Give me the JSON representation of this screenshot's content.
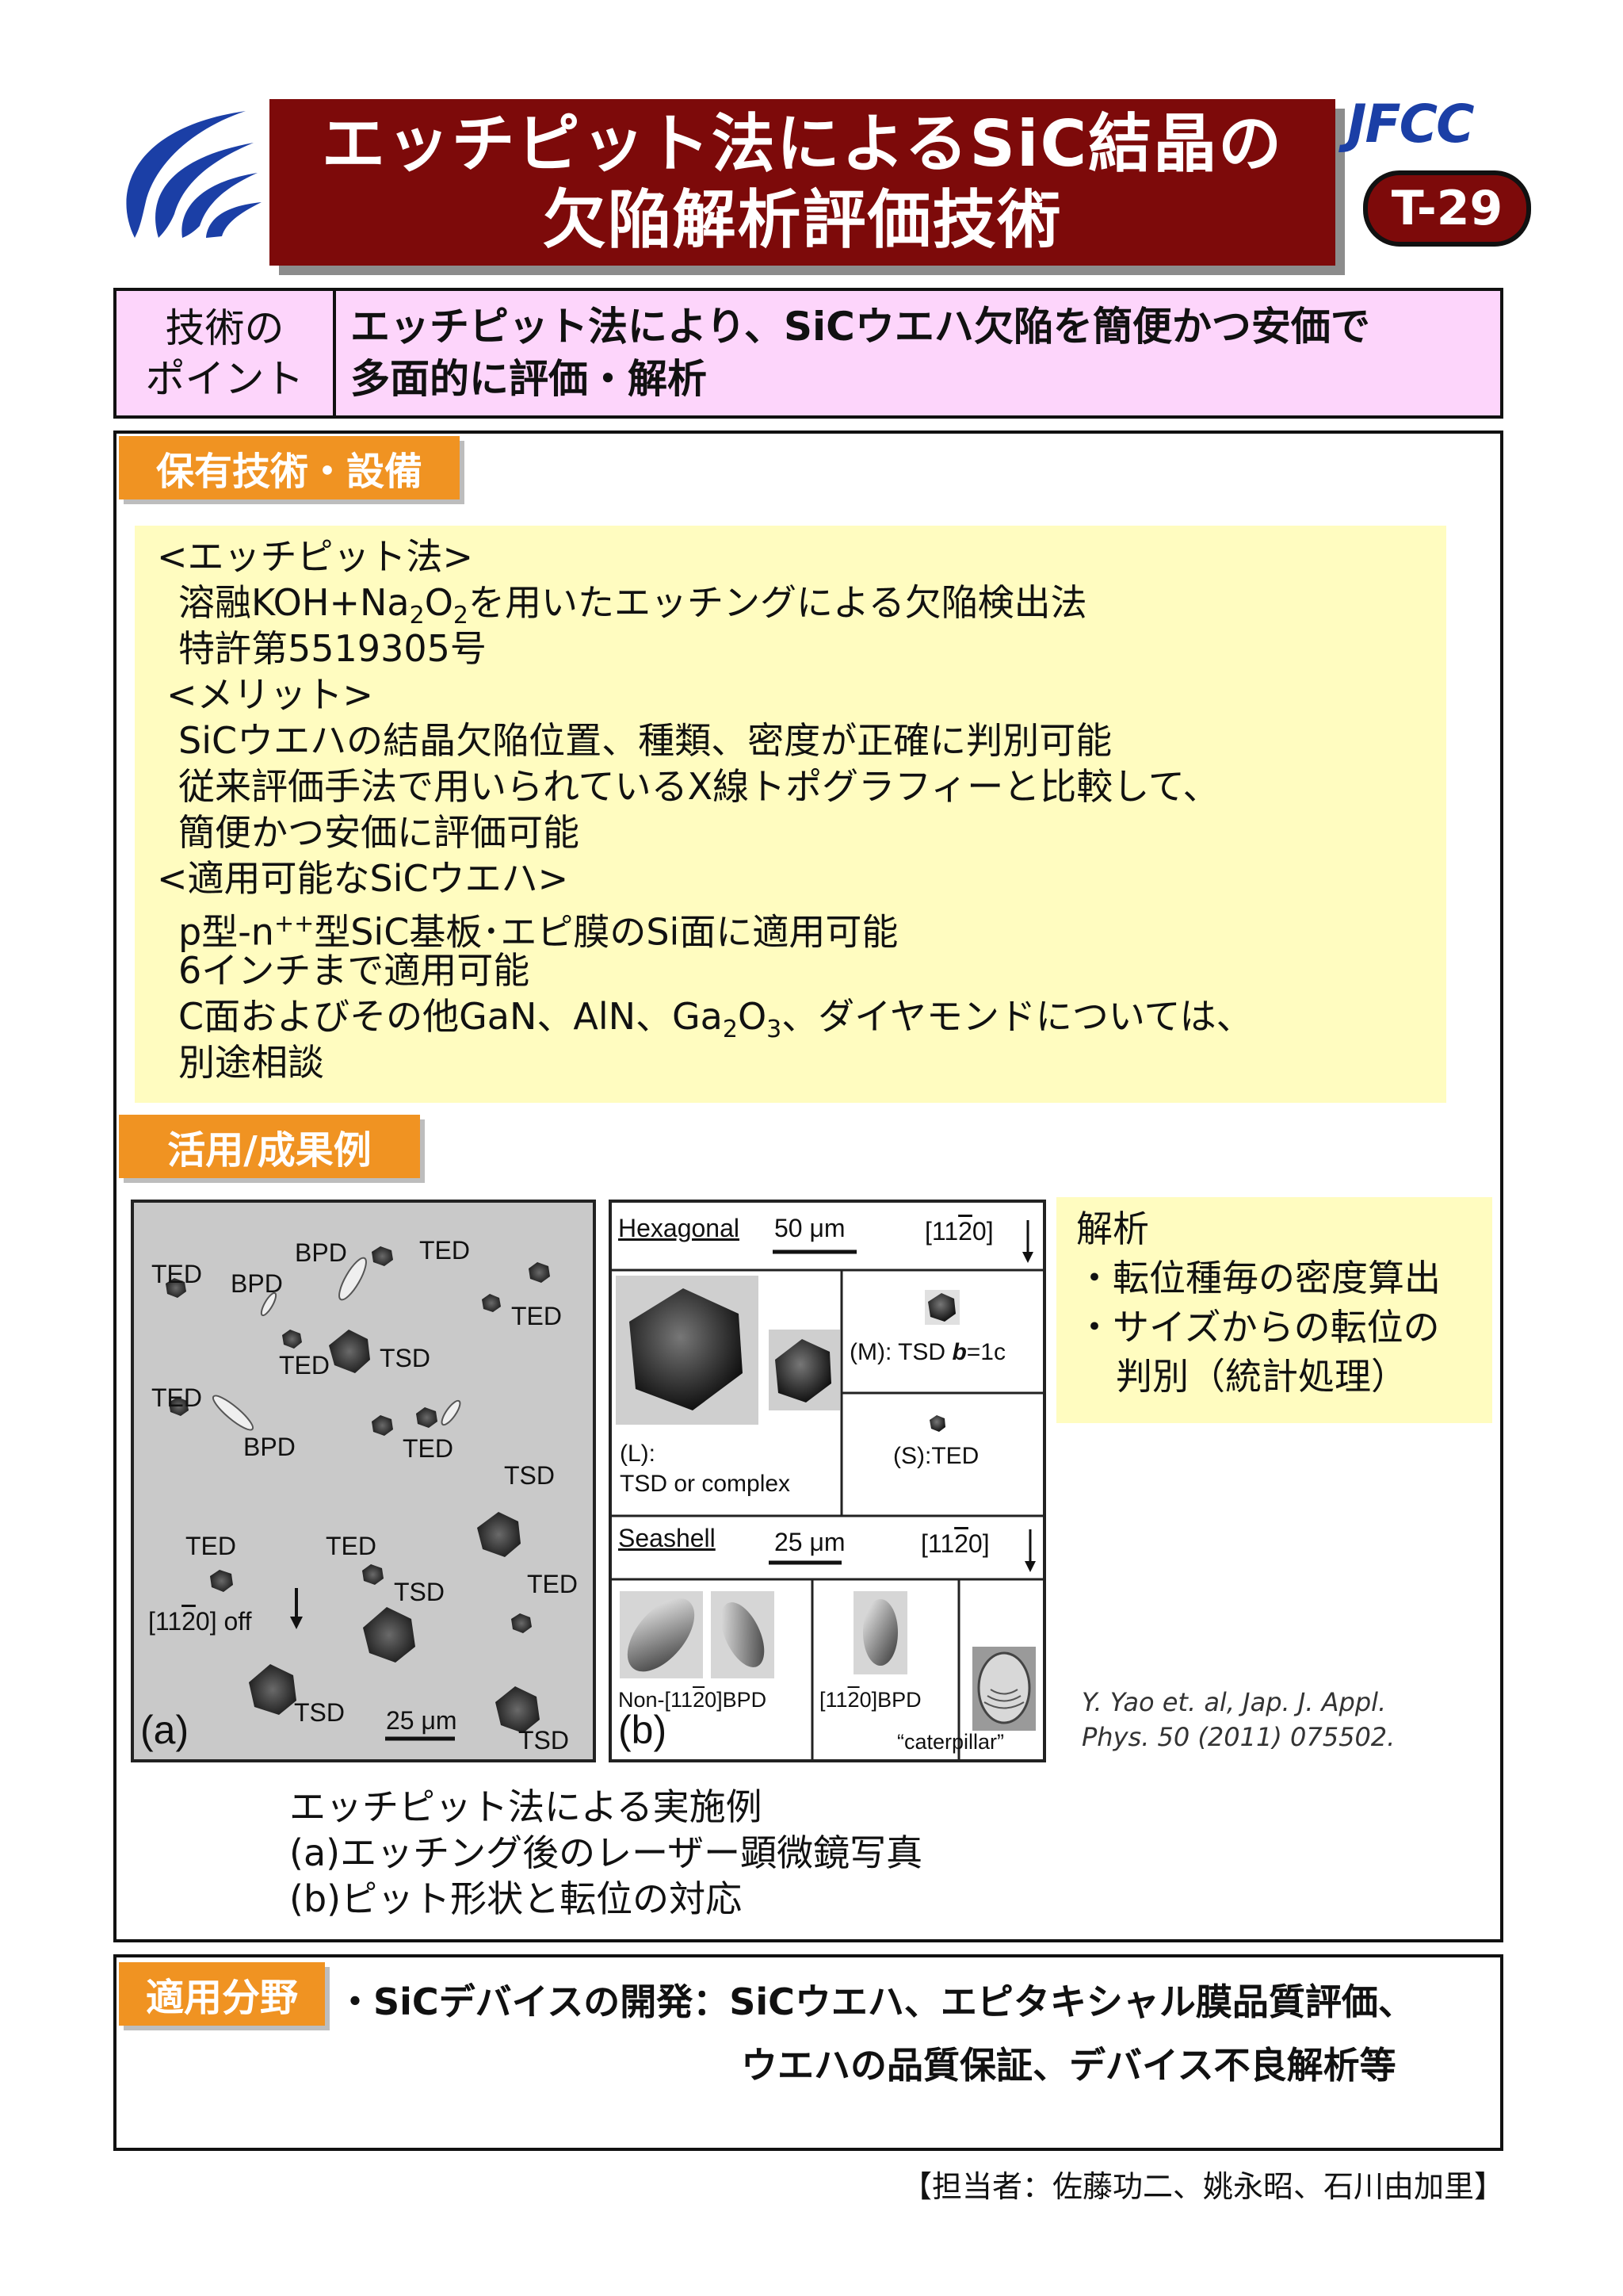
{
  "header": {
    "title_line1": "エッチピット法によるSiC結晶の",
    "title_line2": "欠陥解析評価技術",
    "org": "JFCC",
    "code": "T-29",
    "colors": {
      "title_bg": "#7d0a0a",
      "logo": "#1b3fa6"
    }
  },
  "point": {
    "label_line1": "技術の",
    "label_line2": "ポイント",
    "text_line1": "エッチピット法により、SiCウエハ欠陥を簡便かつ安価で",
    "text_line2": "多面的に評価・解析"
  },
  "tech": {
    "tag": "保有技術・設備",
    "etch_head": "<エッチピット法>",
    "etch_line1_pre": "溶融KOH+Na",
    "etch_line1_sub1": "2",
    "etch_line1_mid": "O",
    "etch_line1_sub2": "2",
    "etch_line1_post": "を用いたエッチングによる欠陥検出法",
    "patent": "特許第5519305号",
    "merit_head": "<メリット>",
    "merit1": "SiCウエハの結晶欠陥位置、種類、密度が正確に判別可能",
    "merit2": "従来評価手法で用いられているX線トポグラフィーと比較して、",
    "merit3": "簡便かつ安価に評価可能",
    "wafer_head": "<適用可能なSiCウエハ>",
    "wafer1_pre": "p型-n",
    "wafer1_sup": "++",
    "wafer1_post": "型SiC基板･エピ膜のSi面に適用可能",
    "wafer2": "6インチまで適用可能",
    "wafer3_pre": "C面およびその他GaN、AlN、Ga",
    "wafer3_sub1": "2",
    "wafer3_mid": "O",
    "wafer3_sub2": "3",
    "wafer3_post": "、ダイヤモンドについては、",
    "wafer4": "別途相談"
  },
  "results": {
    "tag": "活用/成果例",
    "fig_a": {
      "labels": {
        "ted1": "TED",
        "ted2": "TED",
        "ted3": "TED",
        "ted4": "TED",
        "ted5": "TED",
        "ted6": "TED",
        "ted7": "TED",
        "ted8": "TED",
        "ted9": "TED",
        "bpd1": "BPD",
        "bpd2": "BPD",
        "bpd3": "BPD",
        "tsd1": "TSD",
        "tsd2": "TSD",
        "tsd3": "TSD",
        "tsd4": "TSD",
        "tsd5": "TSD",
        "direction": "[11",
        "direction_bar": "2",
        "direction_end": "0] off",
        "scale": "25 μm",
        "panel": "(a)"
      }
    },
    "fig_b": {
      "hexagonal": "Hexagonal",
      "hex_scale": "50 μm",
      "hex_dir_pre": "[11",
      "hex_dir_bar": "2",
      "hex_dir_post": "0]",
      "m_label": "(M): TSD ",
      "m_b": "b",
      "m_val": "=1c",
      "l_label1": "(L):",
      "l_label2": "TSD or complex",
      "s_label": "(S):TED",
      "seashell": "Seashell",
      "sea_scale": "25 μm",
      "sea_dir_pre": "[11",
      "sea_dir_bar": "2",
      "sea_dir_post": "0]",
      "non_bpd_pre": "Non-[11",
      "non_bpd_bar": "2",
      "non_bpd_post": "0]BPD",
      "bpd_pre": "[11",
      "bpd_bar": "2",
      "bpd_post": "0]BPD",
      "caterpillar": "“caterpillar”",
      "panel": "(b)"
    },
    "analysis": {
      "head": "解析",
      "item1": "・転位種毎の密度算出",
      "item2": "・サイズからの転位の",
      "item3": "判別（統計処理）"
    },
    "citation_line1": "Y. Yao et. al, Jap. J. Appl.",
    "citation_line2": "Phys. 50 (2011) 075502.",
    "caption1": "エッチピット法による実施例",
    "caption2": "(a)エッチング後のレーザー顕微鏡写真",
    "caption3": "(b)ピット形状と転位の対応"
  },
  "field": {
    "tag": "適用分野",
    "line1": "・SiCデバイスの開発：SiCウエハ、エピタキシャル膜品質評価、",
    "line2": "ウエハの品質保証、デバイス不良解析等"
  },
  "person": "【担当者：佐藤功二、姚永昭、石川由加里】",
  "accent_colors": {
    "tag": "#f09322",
    "pink": "#fdd5fb",
    "yellow": "#fffcc0"
  }
}
